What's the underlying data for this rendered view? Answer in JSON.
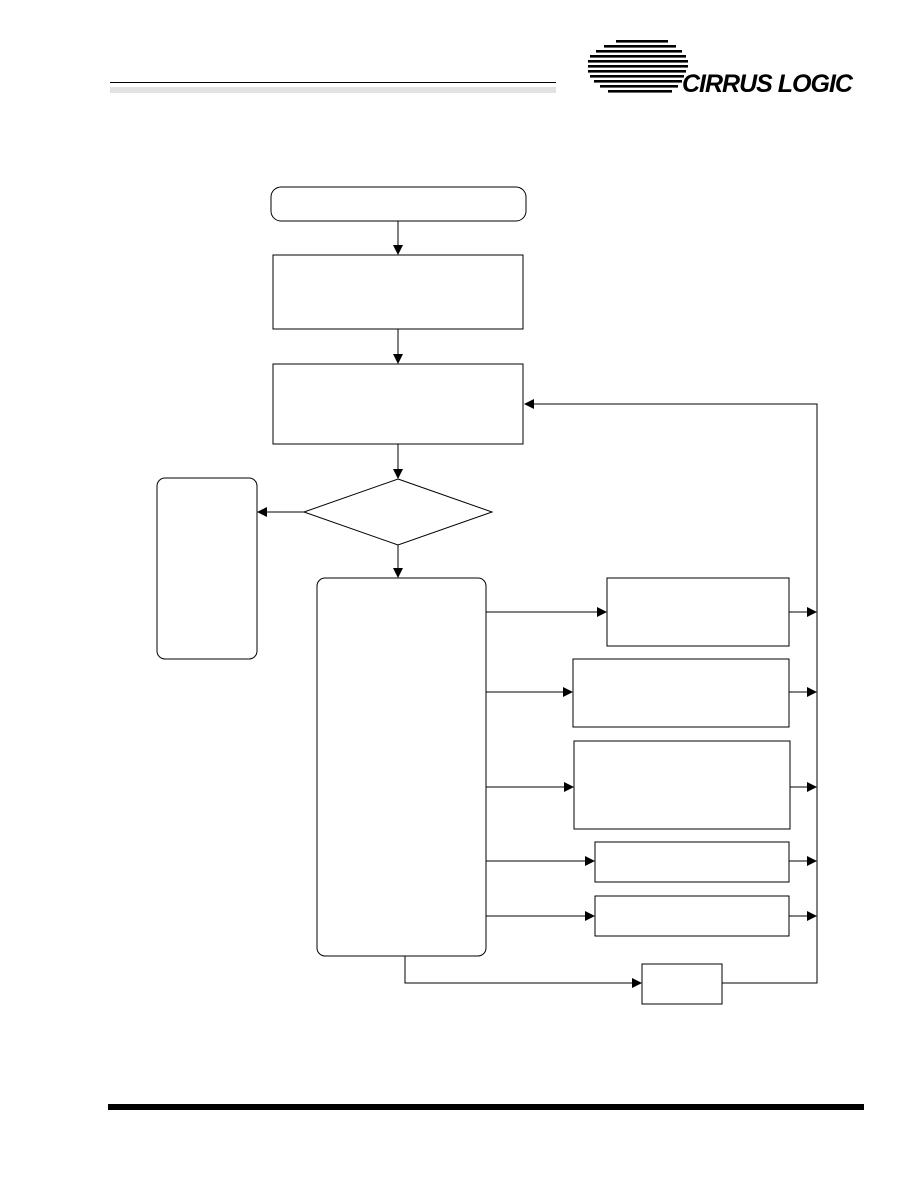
{
  "header": {
    "logo_text": "CIRRUS LOGIC",
    "logo_icon": "cirrus-logic-striped-globe-icon",
    "logo_color": "#000000"
  },
  "diagram": {
    "type": "flowchart",
    "stroke_color": "#000000",
    "background": "#ffffff",
    "nodes": [
      {
        "id": "start",
        "shape": "rounded-rect",
        "text": ""
      },
      {
        "id": "step-1",
        "shape": "rect",
        "text": ""
      },
      {
        "id": "step-2",
        "shape": "rect",
        "text": ""
      },
      {
        "id": "decision",
        "shape": "diamond",
        "text": ""
      },
      {
        "id": "left-branch",
        "shape": "rounded-rect",
        "text": ""
      },
      {
        "id": "dispatch",
        "shape": "rounded-rect",
        "text": ""
      },
      {
        "id": "handler-1",
        "shape": "rect",
        "text": ""
      },
      {
        "id": "handler-2",
        "shape": "rect",
        "text": ""
      },
      {
        "id": "handler-3",
        "shape": "rect",
        "text": ""
      },
      {
        "id": "handler-4",
        "shape": "rect",
        "text": ""
      },
      {
        "id": "handler-5",
        "shape": "rect",
        "text": ""
      },
      {
        "id": "loop-box",
        "shape": "rect",
        "text": ""
      }
    ],
    "edges": [
      {
        "from": "start",
        "to": "step-1"
      },
      {
        "from": "step-1",
        "to": "step-2"
      },
      {
        "from": "step-2",
        "to": "decision"
      },
      {
        "from": "decision",
        "to": "left-branch"
      },
      {
        "from": "decision",
        "to": "dispatch"
      },
      {
        "from": "dispatch",
        "to": "handler-1"
      },
      {
        "from": "dispatch",
        "to": "handler-2"
      },
      {
        "from": "dispatch",
        "to": "handler-3"
      },
      {
        "from": "dispatch",
        "to": "handler-4"
      },
      {
        "from": "dispatch",
        "to": "handler-5"
      },
      {
        "from": "dispatch",
        "to": "loop-box"
      },
      {
        "from": "handler-1",
        "to": "step-2"
      },
      {
        "from": "handler-2",
        "to": "step-2"
      },
      {
        "from": "handler-3",
        "to": "step-2"
      },
      {
        "from": "handler-4",
        "to": "step-2"
      },
      {
        "from": "handler-5",
        "to": "step-2"
      },
      {
        "from": "loop-box",
        "to": "step-2"
      }
    ]
  }
}
